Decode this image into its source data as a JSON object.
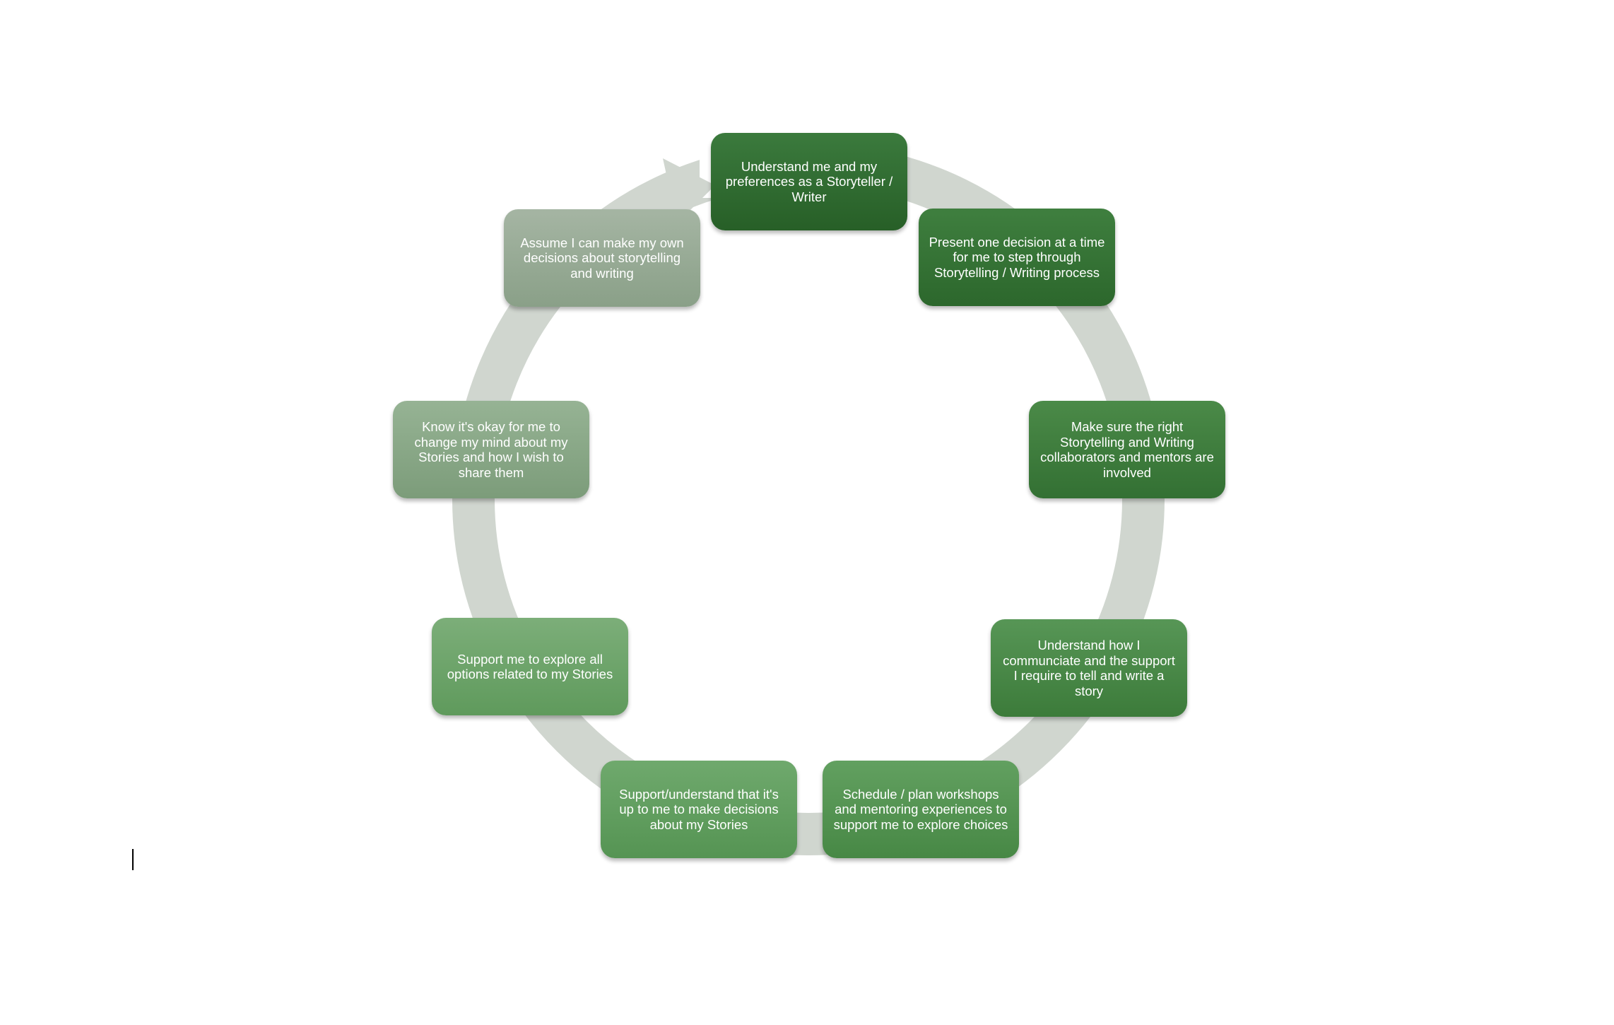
{
  "diagram": {
    "type": "cycle",
    "ring_color": "#d0d6cf",
    "nodes": [
      {
        "text": "Understand me and my preferences as a Storyteller / Writer",
        "color": "#2f6b2f"
      },
      {
        "text": "Present one decision at a time for me to step through Storytelling / Writing process",
        "color": "#357135"
      },
      {
        "text": "Make sure the right Storytelling and Writing collaborators and mentors are involved",
        "color": "#3f7d3d"
      },
      {
        "text": "Understand how I communciate and the support I require to tell and write a story",
        "color": "#4a8947"
      },
      {
        "text": "Schedule / plan workshops and mentoring experiences to support me to explore choices",
        "color": "#559453"
      },
      {
        "text": "Support/understand that it's up to me to make decisions about my Stories",
        "color": "#629e60"
      },
      {
        "text": "Support me to explore all options related to my Stories",
        "color": "#6ea46b"
      },
      {
        "text": "Know it's okay for me to change my mind about my Stories and how I wish to share them",
        "color": "#89a887"
      },
      {
        "text": "Assume I can make my own decisions about storytelling and writing",
        "color": "#97aa95"
      }
    ]
  }
}
